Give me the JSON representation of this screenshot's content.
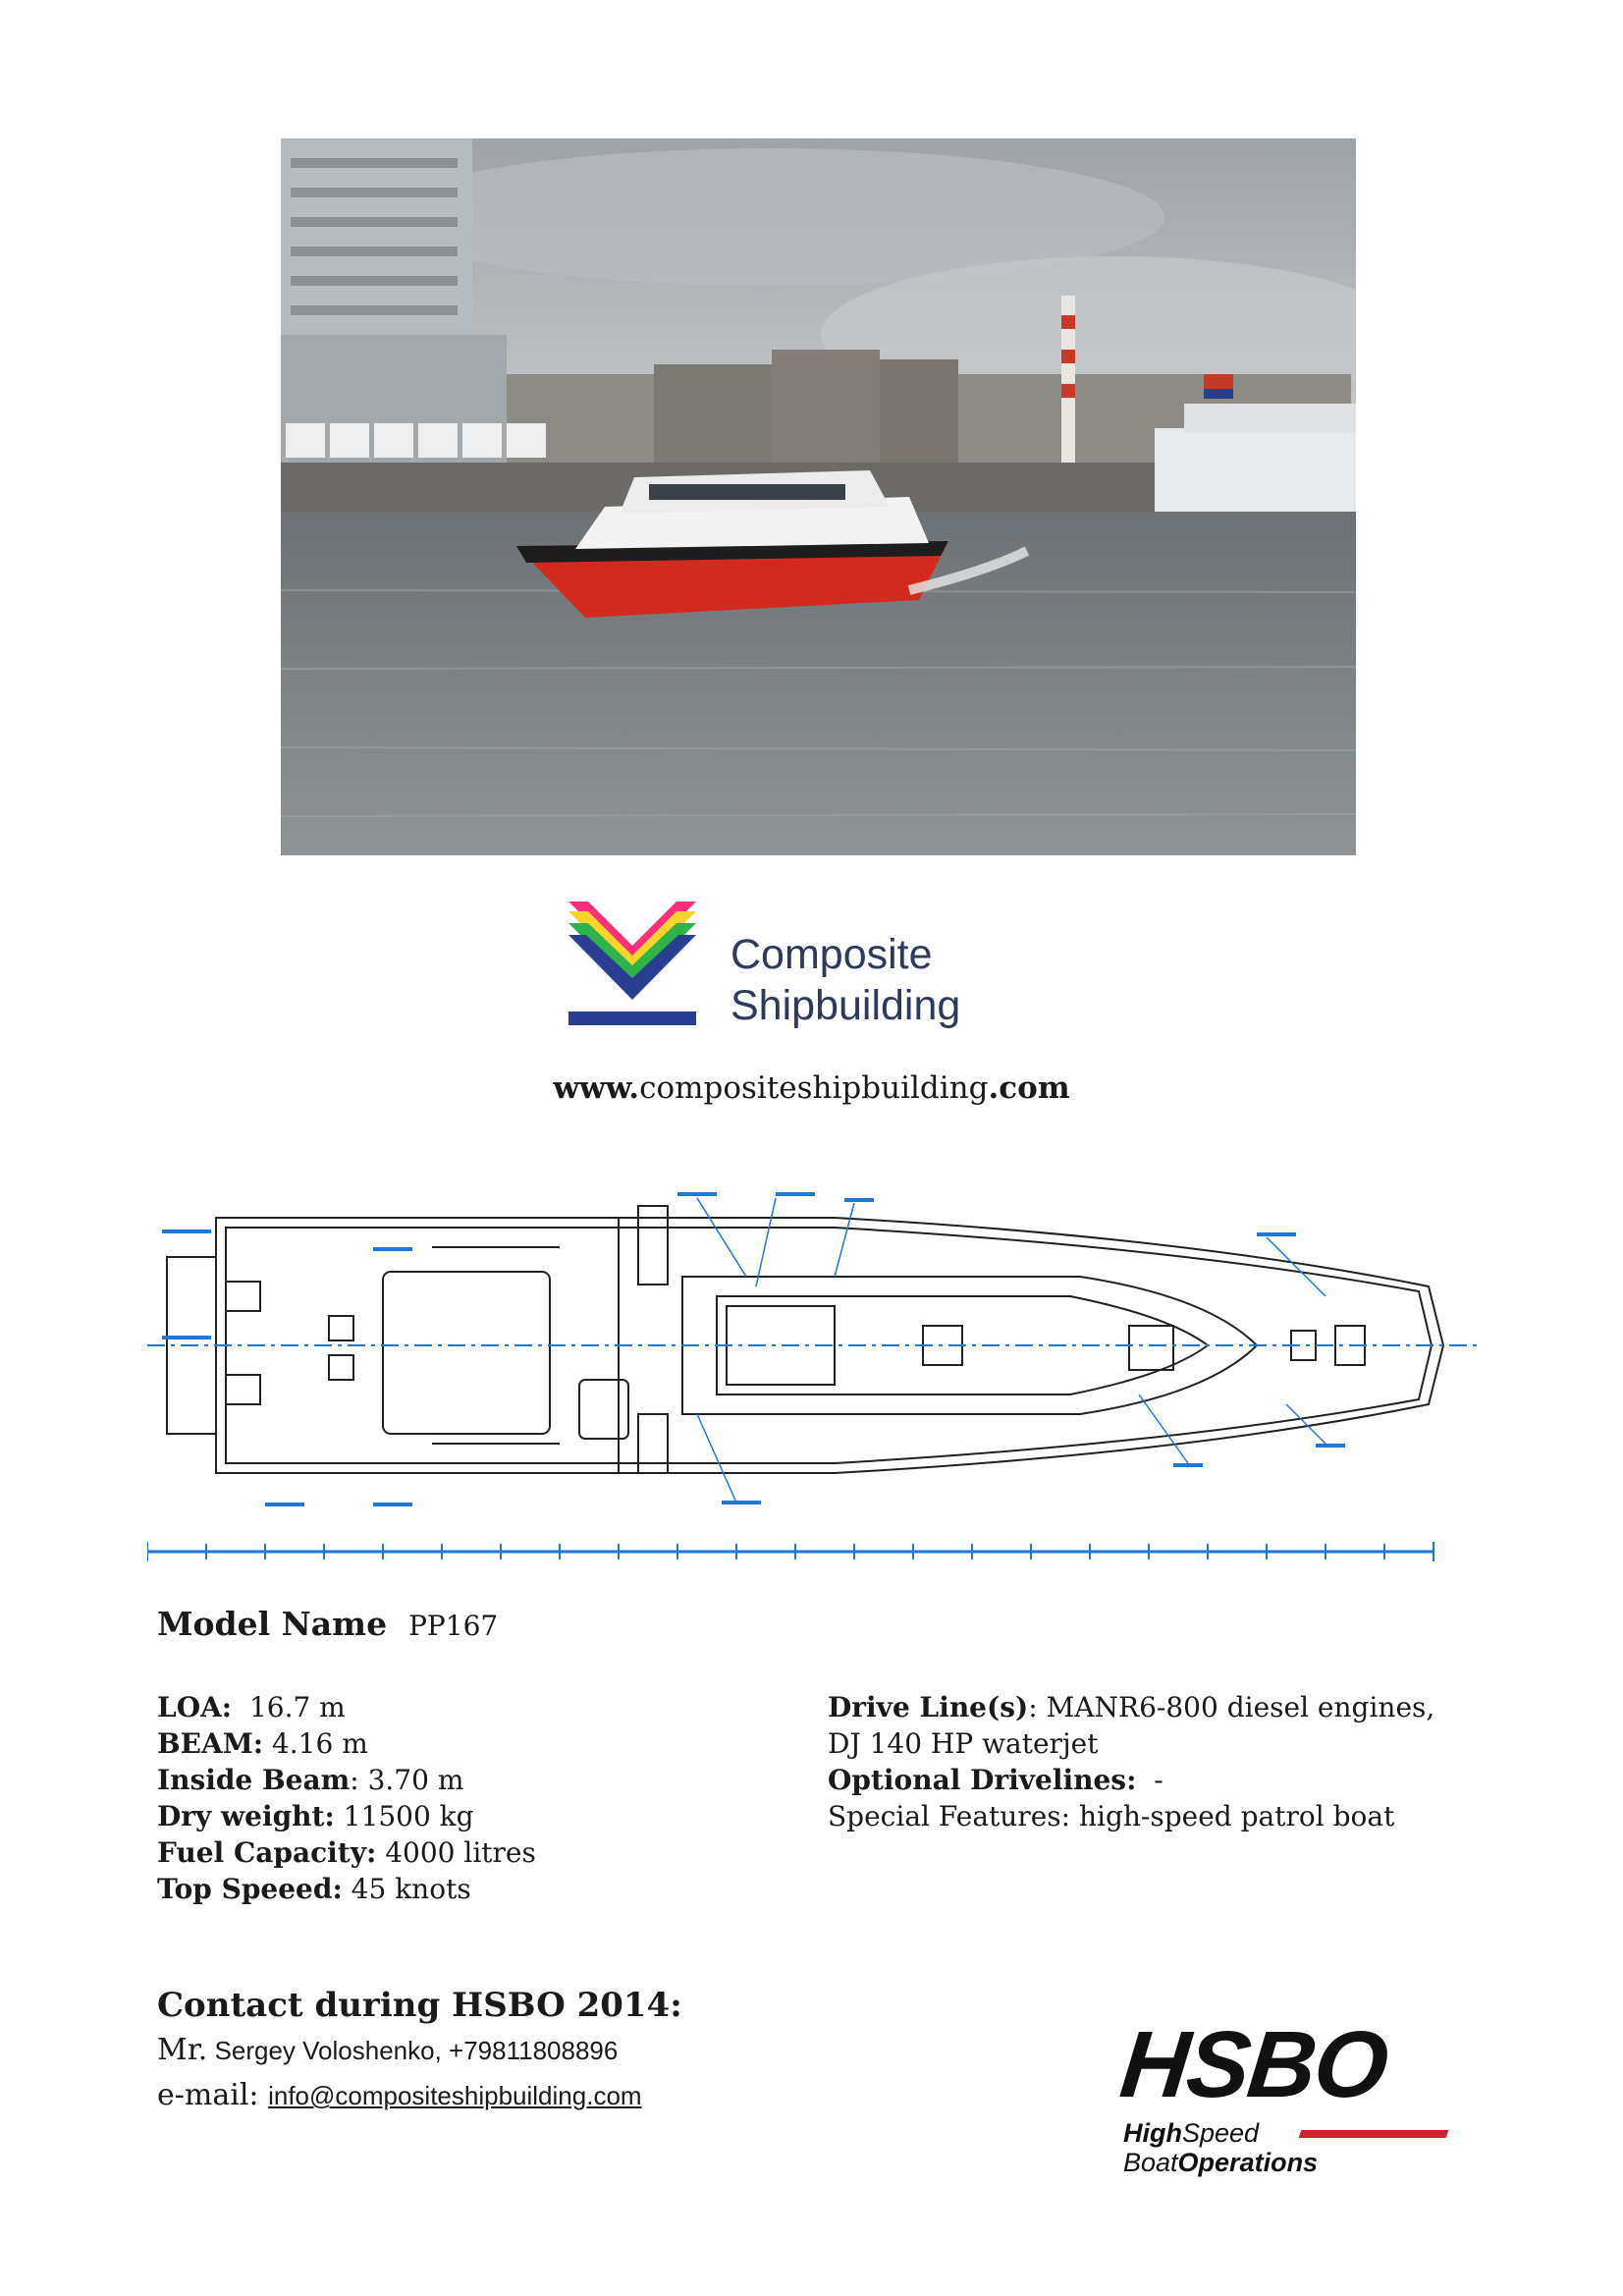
{
  "photo": {
    "alt_icon": "boat-photo"
  },
  "logo": {
    "line1": "Composite",
    "line2": "Shipbuilding"
  },
  "website": {
    "prefix": "www.",
    "domain": "compositeshipbuilding",
    "suffix": ".com"
  },
  "model": {
    "label": "Model Name",
    "value": "PP167"
  },
  "specs_left": [
    {
      "label": "LOA:",
      "value": "  16.7 m"
    },
    {
      "label": "BEAM:",
      "value": " 4.16 m"
    },
    {
      "label": "Inside Beam",
      "value": ": 3.70 m"
    },
    {
      "label": "Dry weight:",
      "value": " 11500 kg"
    },
    {
      "label": "Fuel Capacity:",
      "value": " 4000 litres"
    },
    {
      "label": "Top Speeed:",
      "value": " 45 knots"
    }
  ],
  "specs_right": {
    "drive_label": "Drive Line(s)",
    "drive_value": ": MANR6-800 diesel engines,",
    "drive_value2": "DJ 140 HP waterjet",
    "optional_label": "Optional Drivelines:",
    "optional_value": "  -",
    "special": "Special Features: high-speed patrol boat"
  },
  "contact": {
    "title": "Contact during HSBO 2014:",
    "mr": "Mr.",
    "name": " Sergey Voloshenko, +79811808896",
    "email_label": "e-mail:",
    "email": "info@compositeshipbuilding.com"
  },
  "hsbo": {
    "main": "HSBO",
    "sub1_a": "High",
    "sub1_b": "Speed",
    "sub2_a": "Boat",
    "sub2_b": "Operations"
  },
  "colors": {
    "hull_red": "#d32a1f",
    "brand_navy": "#2e3a5c",
    "hsbo_red": "#d41e2b",
    "drawing_blue": "#1e78d6"
  }
}
